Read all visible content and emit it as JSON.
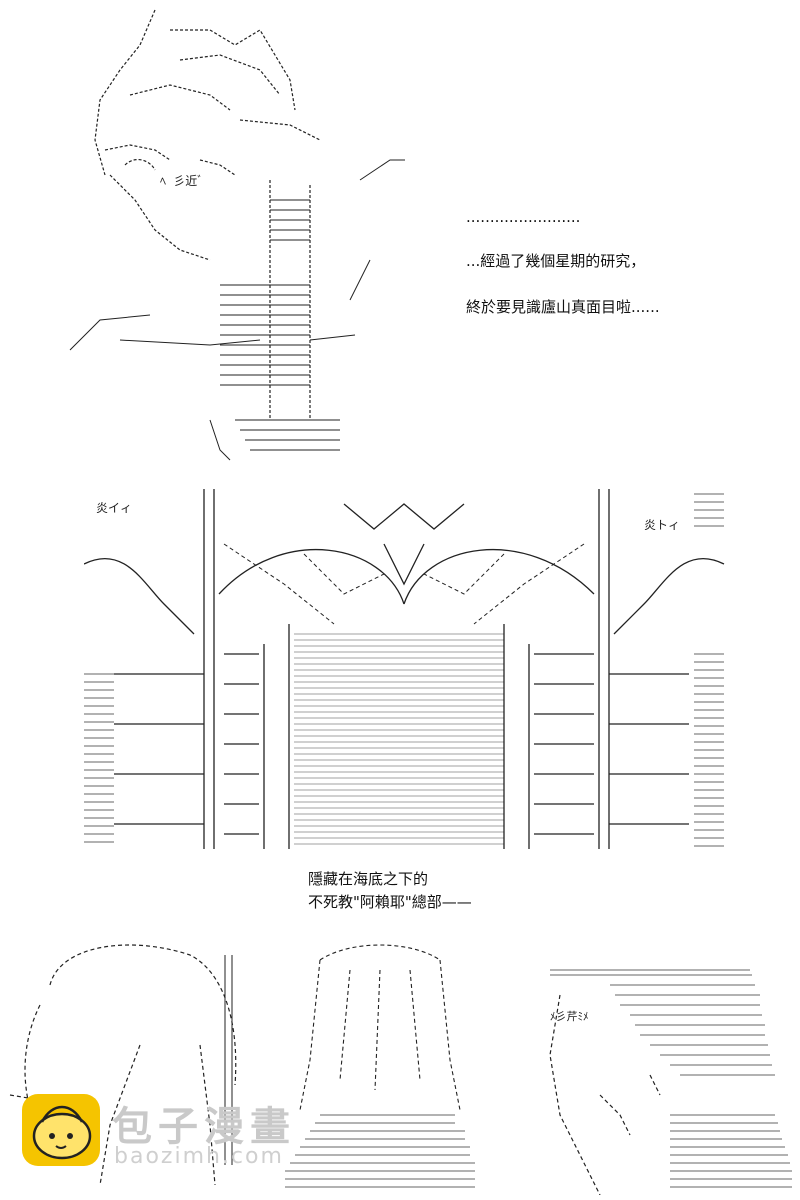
{
  "captions": {
    "dots": "........................",
    "line1": "...經過了幾個星期的研究，",
    "line2": "終於要見識廬山真面目啦......",
    "hq1": "隱藏在海底之下的",
    "hq2": "不死教\"阿賴耶\"總部——"
  },
  "art_text": {
    "face_glyphs": "ﾍ 彡近ﾞ",
    "hall_left": "炎イィ",
    "hall_right": "炎トィ",
    "thinker_mark": "ﾒ彡芹ﾐﾒ"
  },
  "watermark": {
    "title": "包子漫畫",
    "url": "baozimh.com"
  },
  "colors": {
    "ink": "#111111",
    "paper": "#ffffff",
    "logo_yellow": "#f5c400",
    "watermark_gray": "#c9c9c9"
  }
}
